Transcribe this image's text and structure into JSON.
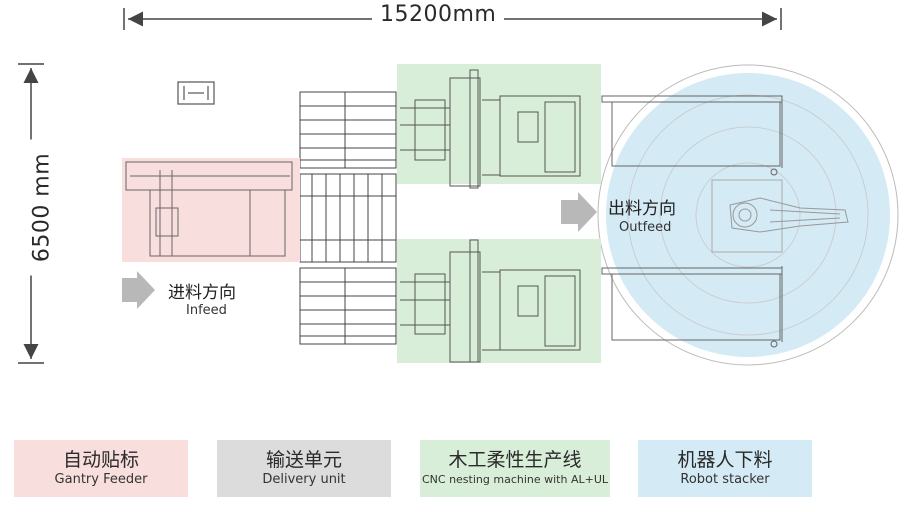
{
  "dimensions": {
    "width_label": "15200mm",
    "height_label": "6500 mm"
  },
  "flow": {
    "infeed_cn": "进料方向",
    "infeed_en": "Infeed",
    "outfeed_cn": "出料方向",
    "outfeed_en": "Outfeed"
  },
  "legend": [
    {
      "cn": "自动贴标",
      "en": "Gantry Feeder",
      "color": "#f9dede"
    },
    {
      "cn": "输送单元",
      "en": "Delivery unit",
      "color": "#dcdcdc"
    },
    {
      "cn": "木工柔性生产线",
      "en": "CNC nesting machine with AL+UL",
      "color": "#d9eed8"
    },
    {
      "cn": "机器人下料",
      "en": "Robot stacker",
      "color": "#d4eaf4"
    }
  ],
  "colors": {
    "gantry_zone": "#f9dede",
    "cnc_zone": "#d9eed8",
    "robot_zone": "#d4eaf4",
    "line": "#555555",
    "arrow": "#b8b8b8"
  }
}
